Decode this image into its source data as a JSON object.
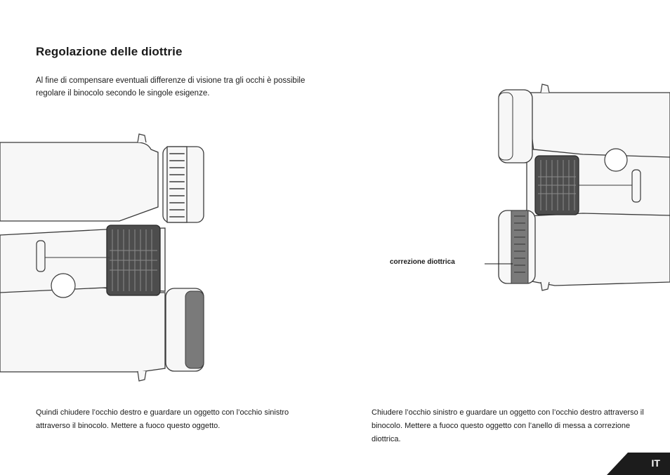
{
  "heading": "Regolazione delle diottrie",
  "intro": "Al fine di compensare eventuali differenze di visione tra gli occhi è possibile regolare il binocolo secondo le singole esigenze.",
  "callout_label": "correzione diottrica",
  "caption_left": "Quindi chiudere l’occhio destro e guardare un oggetto con l’occhio sinistro attraverso il binocolo. Mettere a fuoco questo oggetto.",
  "caption_right": "Chiudere l’occhio sinistro e guardare un oggetto con l’occhio destro attraverso il binocolo. Mettere a fuoco questo oggetto con l’anello di messa a correzione diottrica.",
  "language_tab": "IT",
  "colors": {
    "text": "#1a1a1a",
    "outline": "#3a3a3a",
    "ring_dark": "#4d4d4d",
    "eyecup_gray": "#7a7a7a",
    "body_fill": "#f7f7f7",
    "tab_bg": "#1c1c1c"
  }
}
